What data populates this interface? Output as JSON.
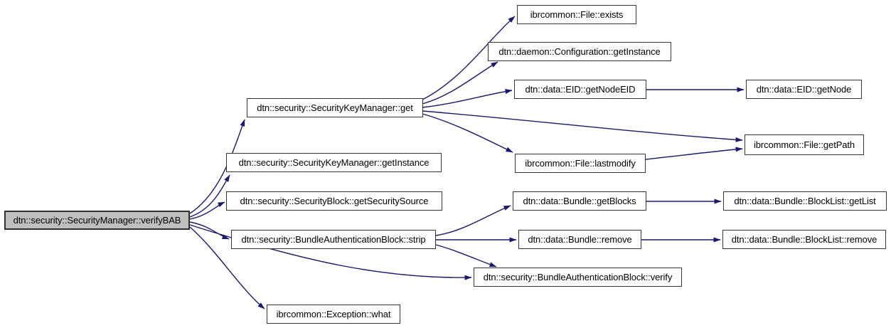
{
  "diagram": {
    "type": "call-graph",
    "tool_style": "doxygen",
    "colors": {
      "edge": "#191970",
      "node_fill": "#ffffff",
      "node_border": "#353535",
      "highlight_node_fill": "#bfbfbf",
      "background": "#ffffff",
      "text": "#000000"
    },
    "nodes": [
      {
        "id": "verifybab",
        "label": "dtn::security::SecurityManager::verifyBAB",
        "highlight": true
      },
      {
        "id": "get",
        "label": "dtn::security::SecurityKeyManager::get",
        "highlight": false
      },
      {
        "id": "skm-getinstance",
        "label": "dtn::security::SecurityKeyManager::getInstance",
        "highlight": false
      },
      {
        "id": "getsecuritysource",
        "label": "dtn::security::SecurityBlock::getSecuritySource",
        "highlight": false
      },
      {
        "id": "strip",
        "label": "dtn::security::BundleAuthenticationBlock::strip",
        "highlight": false
      },
      {
        "id": "what",
        "label": "ibrcommon::Exception::what",
        "highlight": false
      },
      {
        "id": "exists",
        "label": "ibrcommon::File::exists",
        "highlight": false
      },
      {
        "id": "config-getinstance",
        "label": "dtn::daemon::Configuration::getInstance",
        "highlight": false
      },
      {
        "id": "getnodeeid",
        "label": "dtn::data::EID::getNodeEID",
        "highlight": false
      },
      {
        "id": "getnode",
        "label": "dtn::data::EID::getNode",
        "highlight": false
      },
      {
        "id": "lastmodify",
        "label": "ibrcommon::File::lastmodify",
        "highlight": false
      },
      {
        "id": "getpath",
        "label": "ibrcommon::File::getPath",
        "highlight": false
      },
      {
        "id": "getblocks",
        "label": "dtn::data::Bundle::getBlocks",
        "highlight": false
      },
      {
        "id": "getlist",
        "label": "dtn::data::Bundle::BlockList::getList",
        "highlight": false
      },
      {
        "id": "remove",
        "label": "dtn::data::Bundle::remove",
        "highlight": false
      },
      {
        "id": "bl-remove",
        "label": "dtn::data::Bundle::BlockList::remove",
        "highlight": false
      },
      {
        "id": "verify",
        "label": "dtn::security::BundleAuthenticationBlock::verify",
        "highlight": false
      }
    ],
    "edges": [
      {
        "from": "verifybab",
        "to": "get"
      },
      {
        "from": "verifybab",
        "to": "skm-getinstance"
      },
      {
        "from": "verifybab",
        "to": "getsecuritysource"
      },
      {
        "from": "verifybab",
        "to": "strip"
      },
      {
        "from": "verifybab",
        "to": "verify"
      },
      {
        "from": "verifybab",
        "to": "what"
      },
      {
        "from": "get",
        "to": "exists"
      },
      {
        "from": "get",
        "to": "config-getinstance"
      },
      {
        "from": "get",
        "to": "getnodeeid"
      },
      {
        "from": "get",
        "to": "getpath"
      },
      {
        "from": "get",
        "to": "lastmodify"
      },
      {
        "from": "getnodeeid",
        "to": "getnode"
      },
      {
        "from": "lastmodify",
        "to": "getpath"
      },
      {
        "from": "strip",
        "to": "getblocks"
      },
      {
        "from": "strip",
        "to": "remove"
      },
      {
        "from": "strip",
        "to": "verify"
      },
      {
        "from": "getblocks",
        "to": "getlist"
      },
      {
        "from": "remove",
        "to": "bl-remove"
      }
    ]
  }
}
